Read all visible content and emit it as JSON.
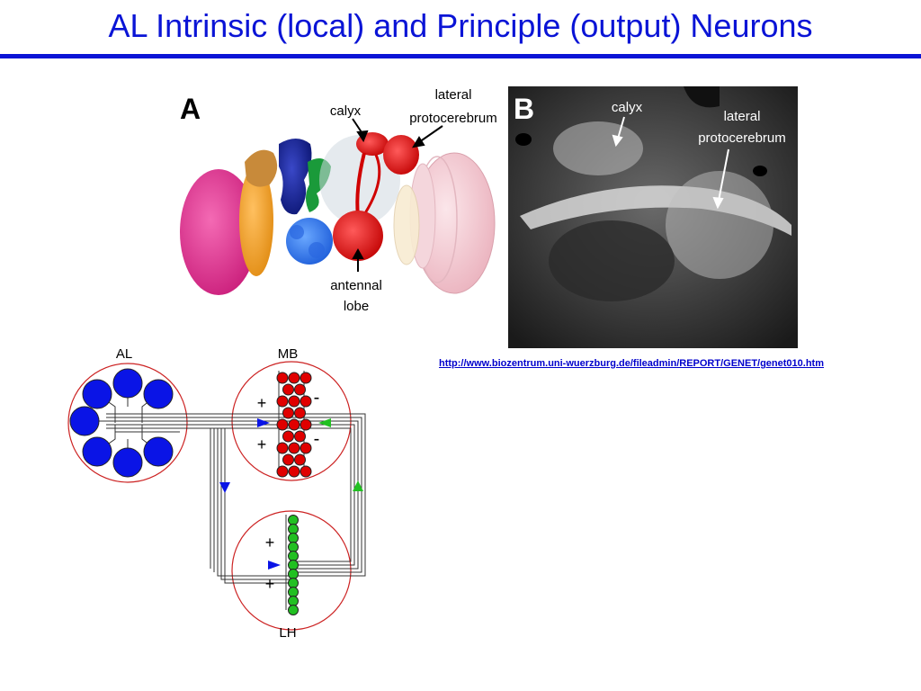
{
  "slide": {
    "title": "AL Intrinsic (local) and Principle (output) Neurons",
    "accent_color": "#0a14d6"
  },
  "figure_a": {
    "panel_letter": "A",
    "labels": {
      "calyx": "calyx",
      "lateral_line1": "lateral",
      "lateral_line2": "protocerebrum",
      "antennal_line1": "antennal",
      "antennal_line2": "lobe"
    }
  },
  "figure_b": {
    "panel_letter": "B",
    "labels": {
      "calyx": "calyx",
      "lateral_line1": "lateral",
      "lateral_line2": "protocerebrum"
    }
  },
  "source_link": "http://www.biozentrum.uni-wuerzburg.de/fileadmin/REPORT/GENET/genet010.htm",
  "schematic": {
    "al_label": "AL",
    "mb_label": "MB",
    "lh_label": "LH",
    "plus": "+",
    "minus": "-",
    "al_color": "#0a14e6",
    "mb_color": "#e00000",
    "lh_color": "#22c022",
    "ring_color": "#cc2222"
  }
}
